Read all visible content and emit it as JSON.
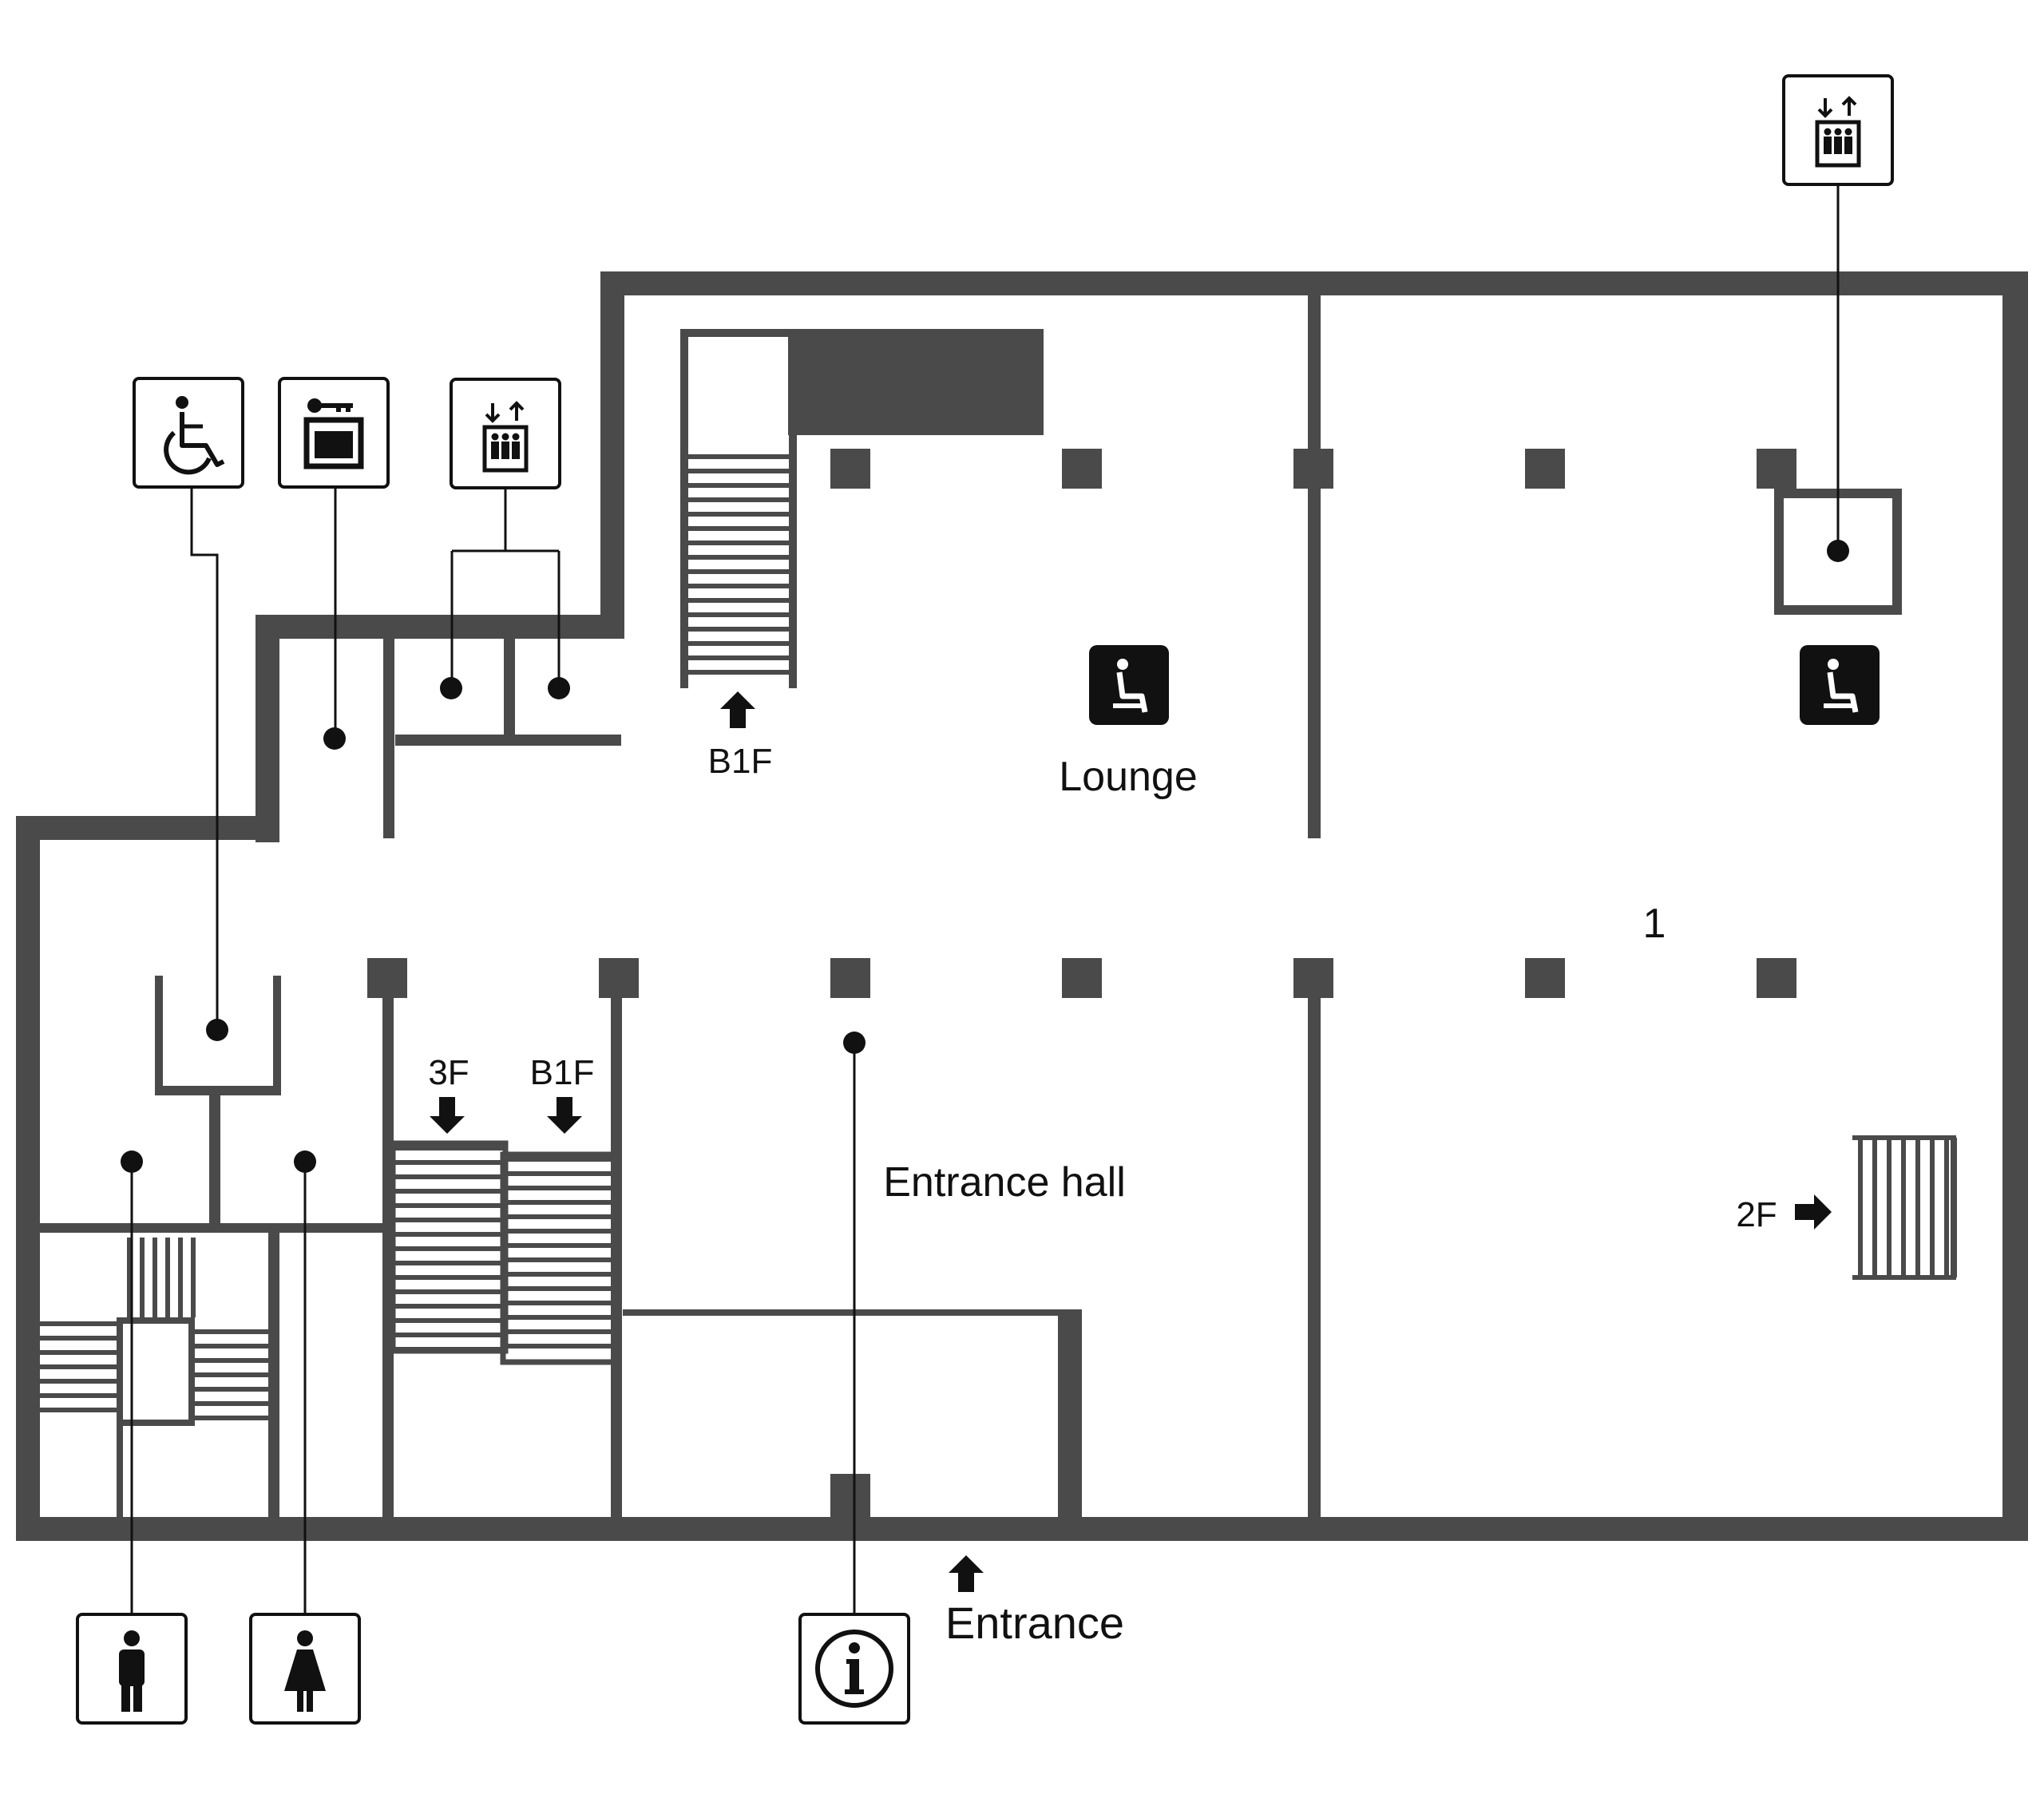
{
  "colors": {
    "wall": "#4a4a4a",
    "ink": "#111111",
    "background": "#ffffff"
  },
  "labels": {
    "b1f_up": "B1F",
    "lounge": "Lounge",
    "area_number": "1",
    "stairs_3f": "3F",
    "stairs_b1f": "B1F",
    "entrance_hall": "Entrance hall",
    "escalator_2f": "2F",
    "entrance": "Entrance"
  },
  "icons": [
    "wheelchair-accessible-toilet-icon",
    "coin-locker-icon",
    "elevator-icon",
    "elevator-icon",
    "lounge-seat-icon",
    "lounge-seat-icon",
    "mens-restroom-icon",
    "womens-restroom-icon",
    "information-icon",
    "arrow-up-icon",
    "arrow-down-icon",
    "arrow-right-icon"
  ]
}
